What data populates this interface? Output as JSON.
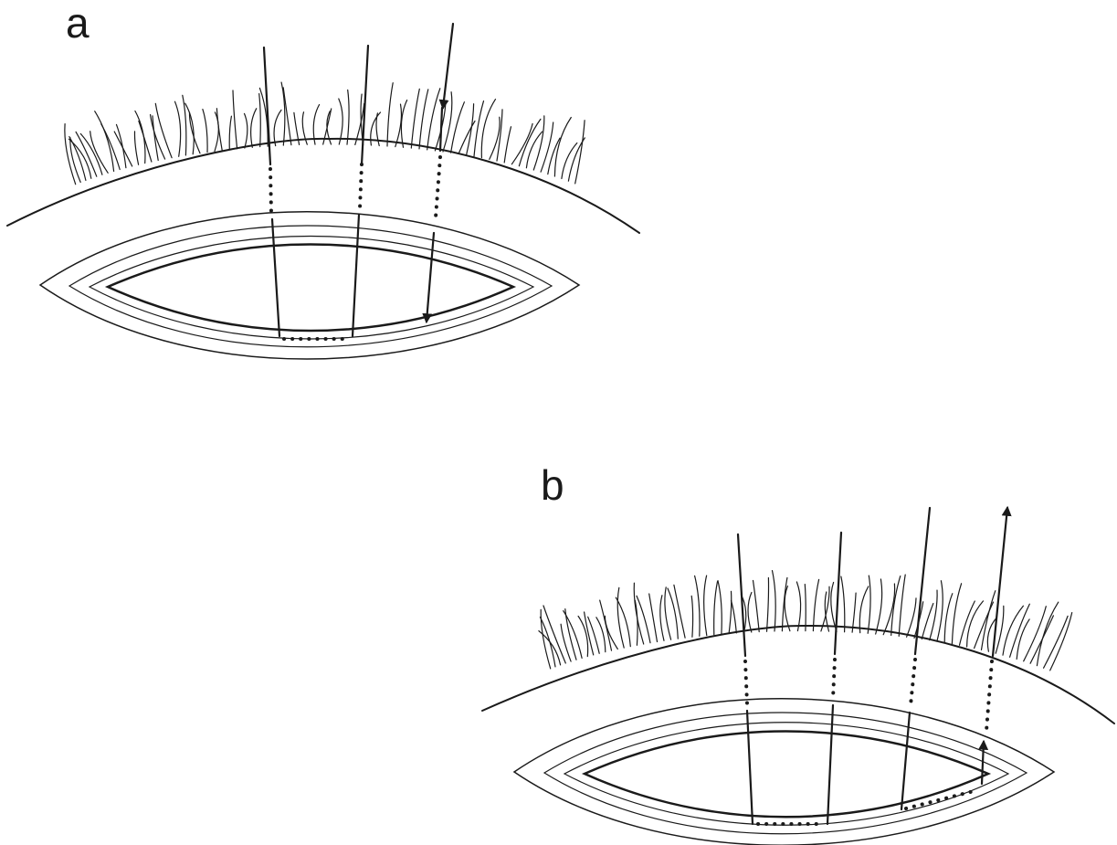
{
  "panels": [
    {
      "label": "a",
      "needle_direction": "down"
    },
    {
      "label": "b",
      "needle_direction": "up"
    }
  ],
  "colors": {
    "ink": "#1a1a1a",
    "background": "#ffffff"
  }
}
